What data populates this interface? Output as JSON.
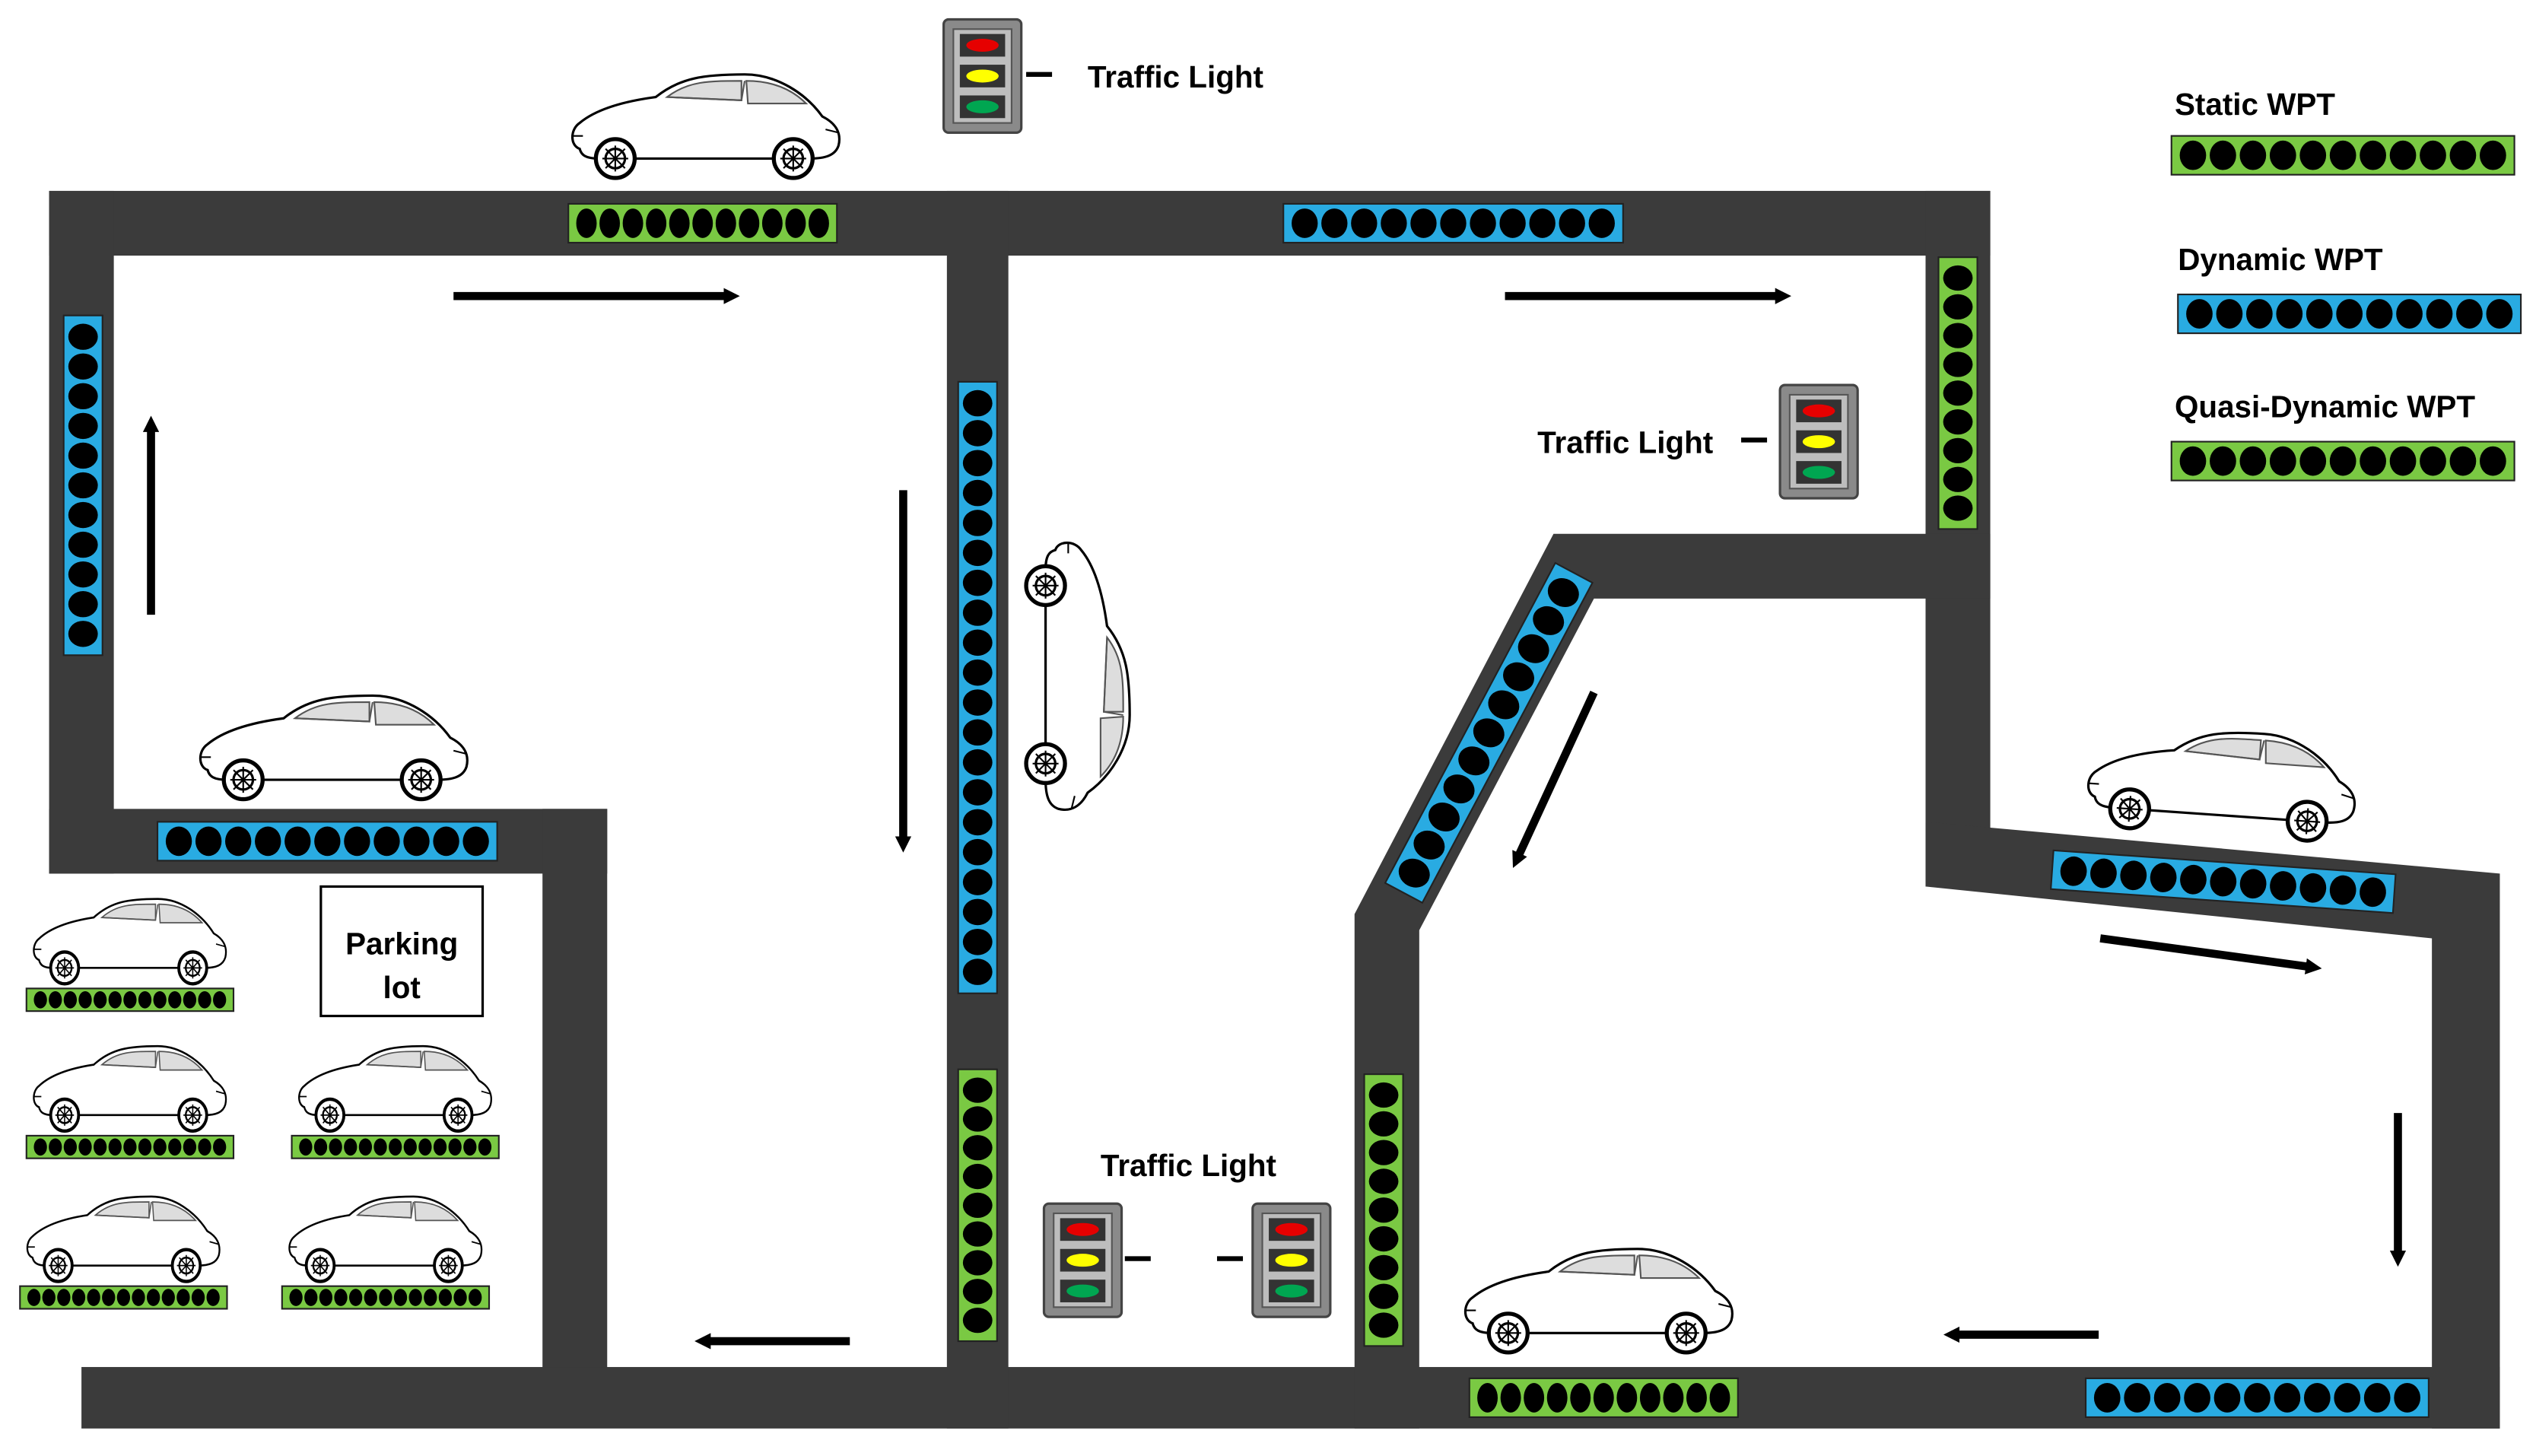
{
  "labels": {
    "traffic_light": "Traffic Light",
    "parking_lot": "Parking lot",
    "parking_lot_line1": "Parking",
    "parking_lot_line2": "lot"
  },
  "legend": {
    "items": [
      {
        "id": "static",
        "label": "Static WPT",
        "color": "#7ac943"
      },
      {
        "id": "dynamic",
        "label": "Dynamic WPT",
        "color": "#29abe2"
      },
      {
        "id": "quasi",
        "label": "Quasi-Dynamic WPT",
        "color": "#7ac943"
      }
    ]
  },
  "colors": {
    "road": "#3b3b3b",
    "static": "#7ac943",
    "dynamic": "#29abe2",
    "quasi": "#7ac943",
    "coil": "#000000",
    "arrow": "#000000",
    "car_body": "#ffffff",
    "car_window": "#d8d8d8"
  },
  "icons": {
    "car": "car-icon",
    "traffic_light": "traffic-light-icon",
    "arrow": "direction-arrow-icon",
    "coil": "wpt-coil-icon"
  }
}
